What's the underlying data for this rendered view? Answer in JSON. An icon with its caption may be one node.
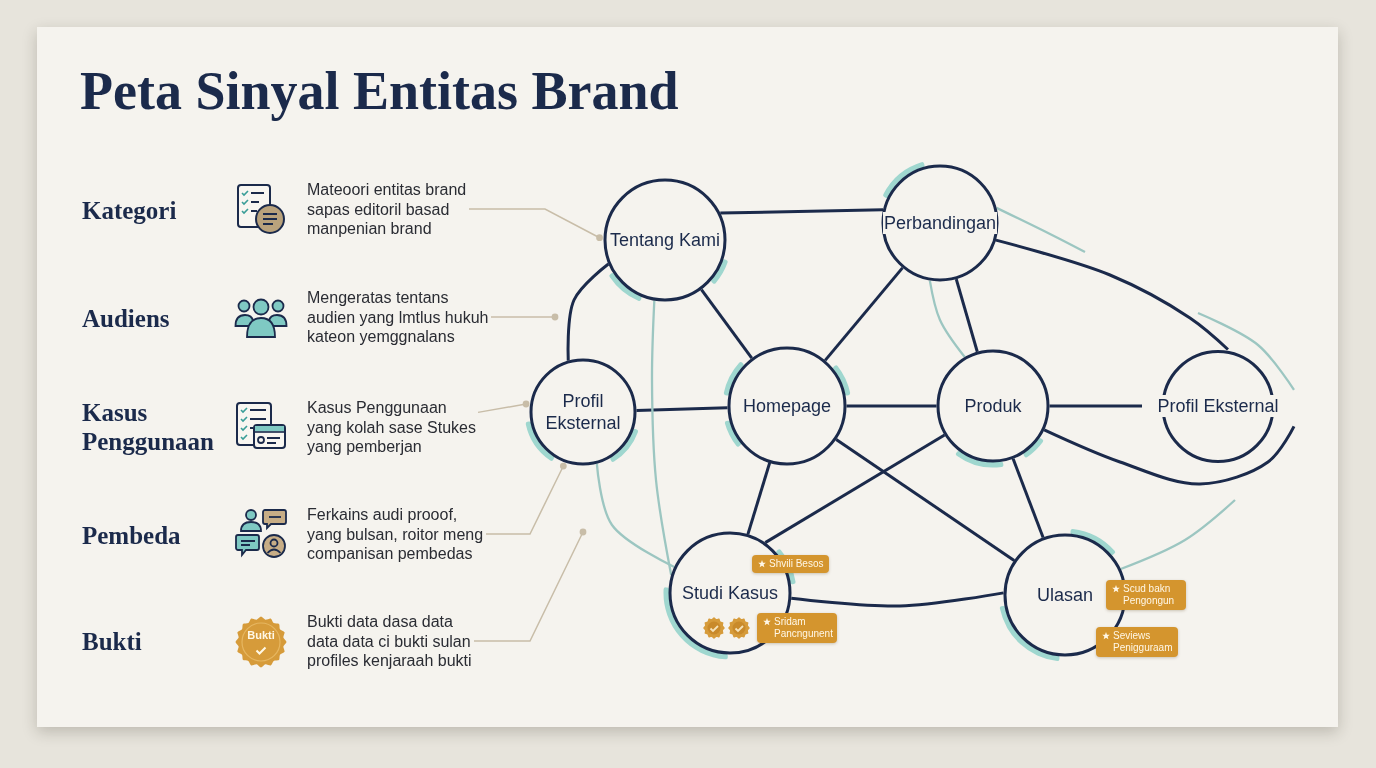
{
  "diagram": {
    "title": "Peta Sinyal Entitas Brand",
    "nodes": [
      {
        "text": [
          "Mateoori entitas brand sapas editoril basad manpenian brand"
        ]
      },
      {
        "text": [
          "Mengeratas tentans audien yang lmtlus hukuh kateon yemggnalans"
        ]
      },
      {
        "text": [
          "Kasus Penggunaan yang kolah sase Stukes yang pemberjan"
        ]
      },
      {
        "text": [
          "Ferkains audi prooof, yang bulsan, roitor meng companisan pembedas"
        ]
      },
      {
        "text": [
          "Bukti"
        ]
      },
      {
        "text": [
          "Bukti data dasa data data data ci bukti sulan profiles kenjaraah bukti"
        ]
      },
      {
        "text": [
          "Tentang Kami"
        ]
      },
      {
        "text": [
          "Perbandingan"
        ]
      },
      {
        "text": [
          "Profil Eksternal"
        ]
      },
      {
        "text": [
          "Homepage"
        ]
      },
      {
        "text": [
          "Produk"
        ]
      },
      {
        "text": [
          "Profil Eksternal"
        ]
      },
      {
        "text": [
          "Studi Kasus"
        ]
      },
      {
        "text": [
          "Shvili Besos"
        ]
      },
      {
        "text": [
          "Sridam Pancngunent"
        ]
      },
      {
        "text": [
          "Ulasan"
        ]
      },
      {
        "text": [
          "Scud bakn Pengongun"
        ]
      },
      {
        "text": [
          "Seviews Penigguraam"
        ]
      }
    ],
    "edges": [
      {
        "from": 0,
        "to": 6,
        "arrow": "other",
        "color": "#c8bda8"
      },
      {
        "from": 1,
        "to": null,
        "arrow": "other",
        "color": "#c8bda8"
      },
      {
        "from": 2,
        "to": 8,
        "arrow": "other",
        "color": "#c8bda8"
      },
      {
        "from": 3,
        "to": 8,
        "arrow": "other",
        "color": "#c8bda8"
      },
      {
        "from": 5,
        "to": null,
        "arrow": "other",
        "color": "#c8bda8"
      },
      {
        "from": 6,
        "to": 7,
        "arrow": "none"
      },
      {
        "from": 6,
        "to": 8,
        "arrow": "none"
      },
      {
        "from": 6,
        "to": 9,
        "arrow": "none"
      },
      {
        "from": 7,
        "to": 9,
        "arrow": "none"
      },
      {
        "from": 7,
        "to": 10,
        "arrow": "none"
      },
      {
        "from": 7,
        "to": 11,
        "arrow": "none"
      },
      {
        "from": 8,
        "to": 9,
        "arrow": "none"
      },
      {
        "from": 9,
        "to": 10,
        "arrow": "none"
      },
      {
        "from": 10,
        "to": 11,
        "arrow": "none"
      },
      {
        "from": 9,
        "to": 12,
        "arrow": "none"
      },
      {
        "from": 9,
        "to": 15,
        "arrow": "none"
      },
      {
        "from": 10,
        "to": 12,
        "arrow": "none"
      },
      {
        "from": 10,
        "to": 15,
        "arrow": "none"
      },
      {
        "from": 10,
        "to": 11,
        "arrow": "none"
      },
      {
        "from": 12,
        "to": 15,
        "arrow": "none"
      },
      {
        "from": 6,
        "to": 12,
        "arrow": "none",
        "color": "#9cc6c1"
      },
      {
        "from": 8,
        "to": 12,
        "arrow": "none",
        "color": "#9cc6c1"
      },
      {
        "from": 7,
        "to": 10,
        "arrow": "none",
        "color": "#9cc6c1"
      },
      {
        "from": 7,
        "to": null,
        "arrow": "none",
        "color": "#9cc6c1"
      },
      {
        "from": null,
        "to": 11,
        "arrow": "none",
        "color": "#9cc6c1"
      },
      {
        "from": 15,
        "to": null,
        "arrow": "none",
        "color": "#9cc6c1"
      }
    ],
    "labels": [
      "Kategori",
      "Audiens",
      "Kasus Penggunaan",
      "Pembeda",
      "Bukti"
    ]
  }
}
